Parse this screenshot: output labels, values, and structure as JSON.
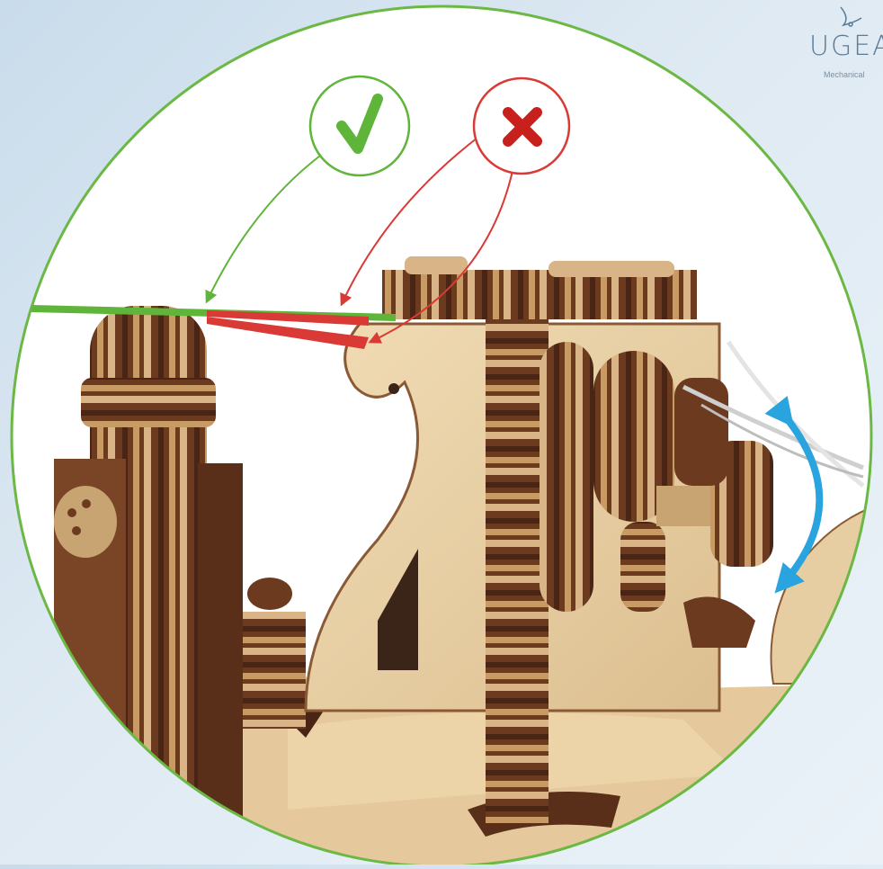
{
  "brand": {
    "name": "UGEA",
    "tagline": "Mechanical"
  },
  "markers": {
    "correct": "check-mark",
    "incorrect": "cross-mark"
  },
  "colors": {
    "correct_green": "#5fb43a",
    "incorrect_red": "#d93a35",
    "rotation_blue": "#2aa4df",
    "wood_light": "#e8cfa4",
    "wood_dark": "#5a2f1a"
  }
}
